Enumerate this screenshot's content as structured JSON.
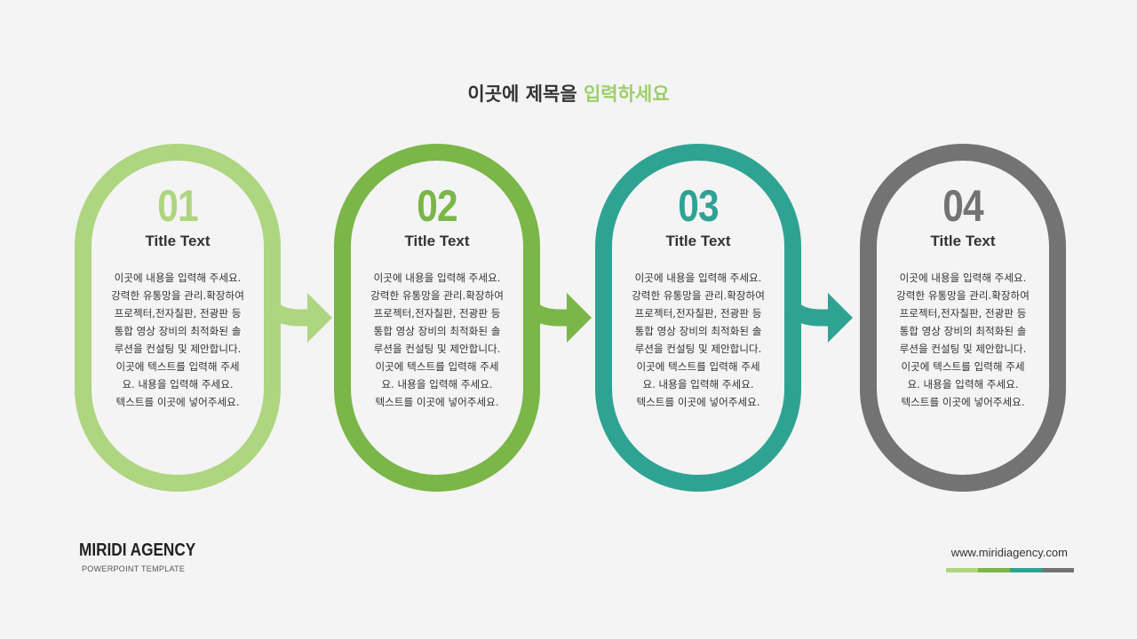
{
  "title": {
    "main": "이곳에 제목을",
    "accent": "입력하세요"
  },
  "steps": [
    {
      "number": "01",
      "title": "Title Text",
      "color": "#aed57f",
      "description": "이곳에 내용을 입력해 주세요.\n강력한 유통망을 관리.확장하여\n프로젝터,전자칠판, 전광판 등\n통합 영상 장비의 최적화된 솔\n루션을 컨설팅 및 제안합니다.\n이곳에 텍스트를 입력해 주세\n요. 내용을 입력해 주세요.\n텍스트를 이곳에 넣어주세요."
    },
    {
      "number": "02",
      "title": "Title Text",
      "color": "#7ab648",
      "description": "이곳에 내용을 입력해 주세요.\n강력한 유통망을 관리.확장하여\n프로젝터,전자칠판, 전광판 등\n통합 영상 장비의 최적화된 솔\n루션을 컨설팅 및 제안합니다.\n이곳에 텍스트를 입력해 주세\n요. 내용을 입력해 주세요.\n텍스트를 이곳에 넣어주세요."
    },
    {
      "number": "03",
      "title": "Title Text",
      "color": "#2fa393",
      "description": "이곳에 내용을 입력해 주세요.\n강력한 유통망을 관리.확장하여\n프로젝터,전자칠판, 전광판 등\n통합 영상 장비의 최적화된 솔\n루션을 컨설팅 및 제안합니다.\n이곳에 텍스트를 입력해 주세\n요. 내용을 입력해 주세요.\n텍스트를 이곳에 넣어주세요."
    },
    {
      "number": "04",
      "title": "Title Text",
      "color": "#737373",
      "description": "이곳에 내용을 입력해 주세요.\n강력한 유통망을 관리.확장하여\n프로젝터,전자칠판, 전광판 등\n통합 영상 장비의 최적화된 솔\n루션을 컨설팅 및 제안합니다.\n이곳에 텍스트를 입력해 주세\n요. 내용을 입력해 주세요.\n텍스트를 이곳에 넣어주세요."
    }
  ],
  "arrows": [
    {
      "icon": "arrow-right-icon",
      "color": "#aed57f"
    },
    {
      "icon": "arrow-right-icon",
      "color": "#7ab648"
    },
    {
      "icon": "arrow-right-icon",
      "color": "#2fa393"
    }
  ],
  "footer": {
    "brand": "MIRIDI AGENCY",
    "subtitle": "POWERPOINT TEMPLATE",
    "url": "www.miridiagency.com",
    "bar_colors": [
      "#aed57f",
      "#7ab648",
      "#2fa393",
      "#737373"
    ]
  }
}
